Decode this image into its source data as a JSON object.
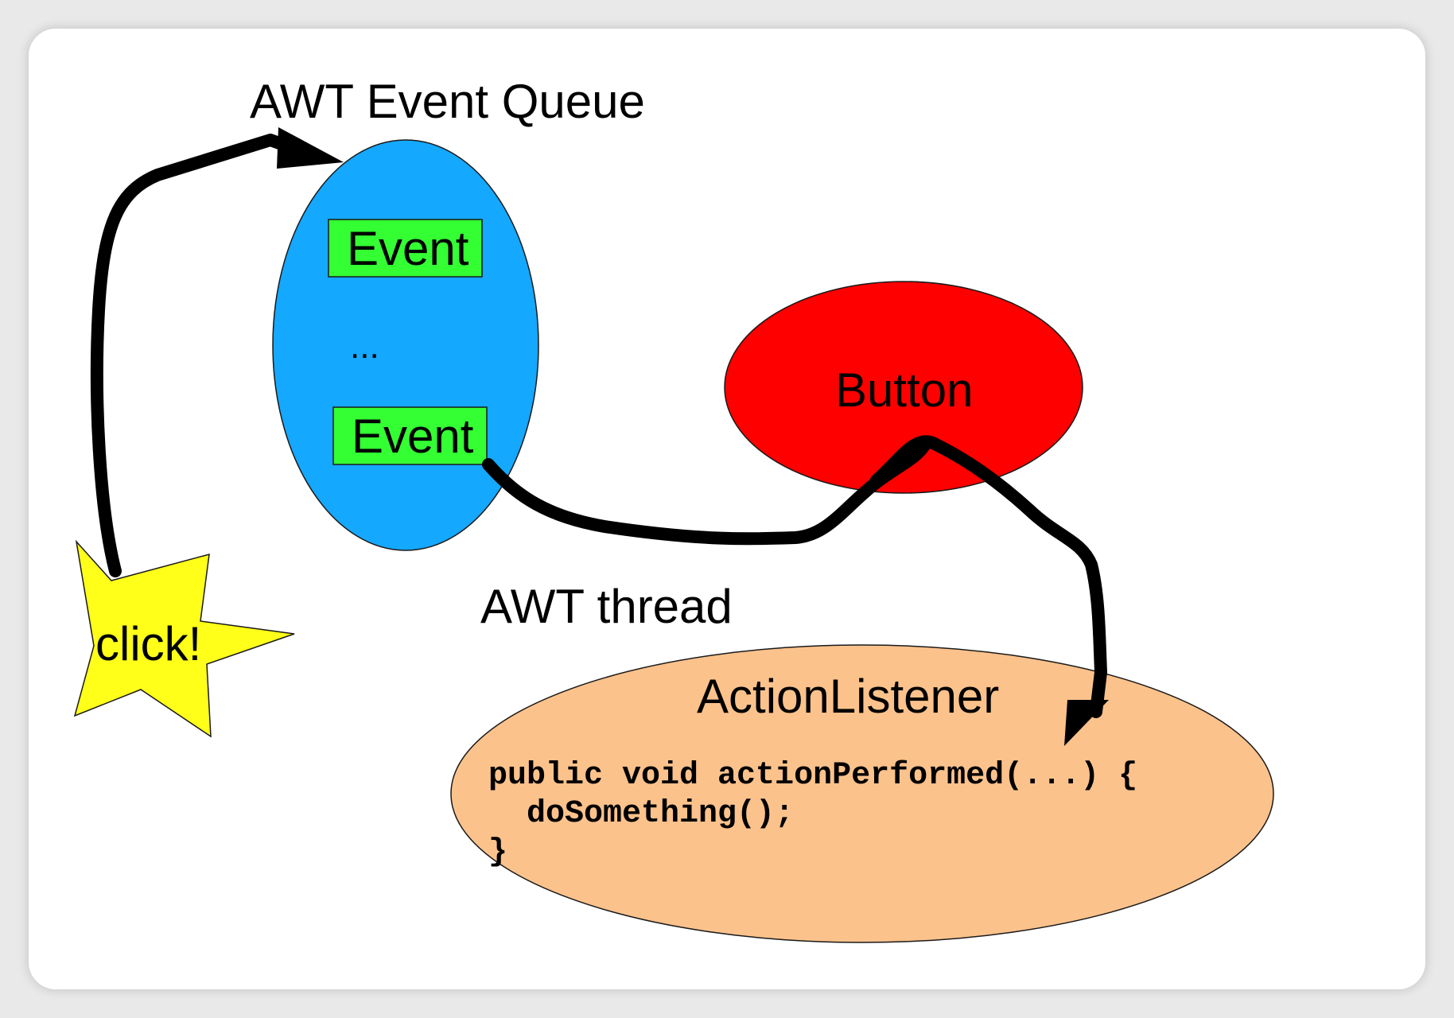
{
  "labels": {
    "queue_title": "AWT Event Queue",
    "event_top": "Event",
    "ellipsis": "...",
    "event_bottom": "Event",
    "button": "Button",
    "thread": "AWT thread",
    "listener": "ActionListener",
    "click": "click!"
  },
  "code": {
    "line1": "public void actionPerformed(...) {",
    "line2": "  doSomething();",
    "line3": "}"
  },
  "colors": {
    "queue_fill": "#14a8ff",
    "event_fill": "#33ff33",
    "button_fill": "#ff0000",
    "listener_fill": "#fcc28c",
    "star_fill": "#ffff1a",
    "arrow": "#000000"
  }
}
